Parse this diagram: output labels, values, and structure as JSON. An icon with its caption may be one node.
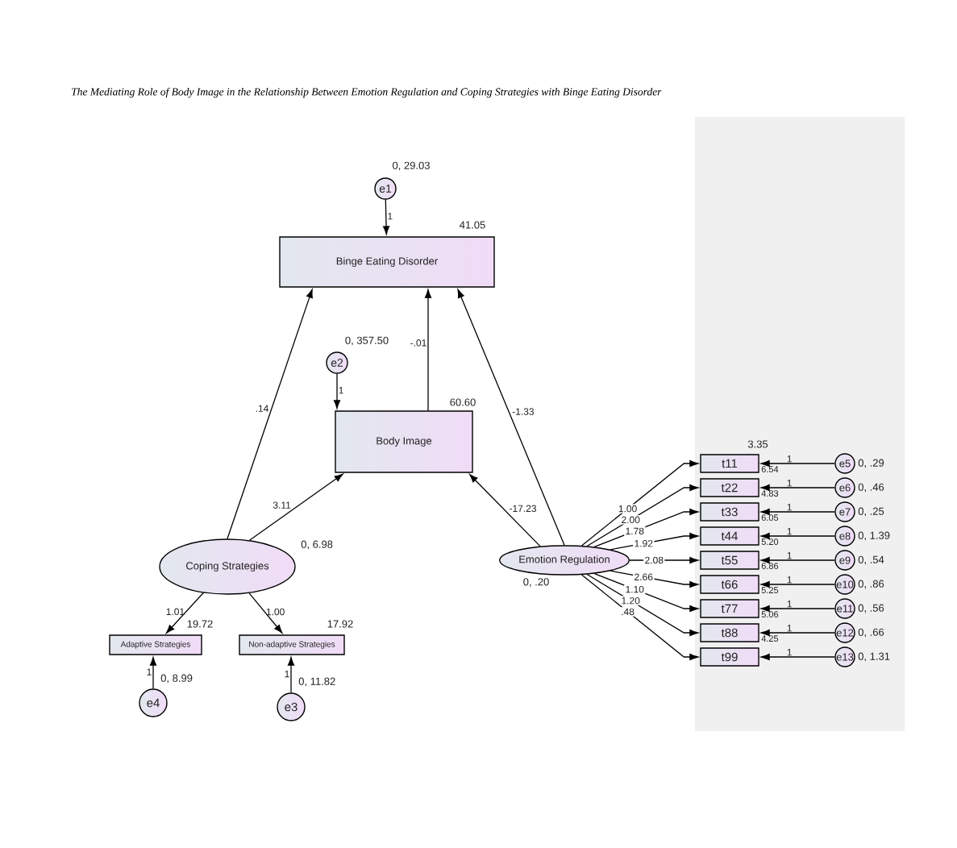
{
  "diagram": {
    "title": "*The Mediating Role of Body Image in the Relationship Between Emotion Regulation and Coping Strategies with Binge Eating Disorder*",
    "nodes": [
      {
        "text": [
          "e1"
        ],
        "beside": [
          "0, 29.03"
        ]
      },
      {
        "text": [
          "Binge Eating Disorder"
        ],
        "beside": [
          "41.05"
        ]
      },
      {
        "text": [
          "e2"
        ],
        "beside": [
          "0, 357.50"
        ]
      },
      {
        "text": [
          "Body Image"
        ],
        "beside": [
          "60.60"
        ]
      },
      {
        "text": [
          "Coping Strategies"
        ],
        "beside": [
          "0, 6.98"
        ]
      },
      {
        "text": [
          "Emotion Regulation"
        ],
        "beside": [
          "0, .20"
        ]
      },
      {
        "text": [
          "Adaptive Strategies"
        ],
        "beside": [
          "19.72"
        ]
      },
      {
        "text": [
          "Non-adaptive Strategies"
        ],
        "beside": [
          "17.92"
        ]
      },
      {
        "text": [
          "e4"
        ],
        "beside": [
          "0, 8.99"
        ]
      },
      {
        "text": [
          "e3"
        ],
        "beside": [
          "0, 11.82"
        ]
      },
      {
        "text": [
          "t11"
        ],
        "beside": [
          "6.54"
        ]
      },
      {
        "text": [
          "t22"
        ],
        "beside": [
          "4.83"
        ]
      },
      {
        "text": [
          "t33"
        ],
        "beside": [
          "6.05"
        ]
      },
      {
        "text": [
          "t44"
        ],
        "beside": [
          "5.20"
        ]
      },
      {
        "text": [
          "t55"
        ],
        "beside": [
          "6.86"
        ]
      },
      {
        "text": [
          "t66"
        ],
        "beside": [
          "5.25"
        ]
      },
      {
        "text": [
          "t77"
        ],
        "beside": [
          "5.06"
        ]
      },
      {
        "text": [
          "t88"
        ],
        "beside": [
          "4.25"
        ]
      },
      {
        "text": [
          "t99"
        ]
      },
      {
        "text": [
          "e5"
        ],
        "beside": [
          "0, .29"
        ]
      },
      {
        "text": [
          "e6"
        ],
        "beside": [
          "0, .46"
        ]
      },
      {
        "text": [
          "e7"
        ],
        "beside": [
          "0, .25"
        ]
      },
      {
        "text": [
          "e8"
        ],
        "beside": [
          "0, 1.39"
        ]
      },
      {
        "text": [
          "e9"
        ],
        "beside": [
          "0, .54"
        ]
      },
      {
        "text": [
          "e10"
        ],
        "beside": [
          "0, .86"
        ]
      },
      {
        "text": [
          "e11"
        ],
        "beside": [
          "0, .56"
        ]
      },
      {
        "text": [
          "e12"
        ],
        "beside": [
          "0, .66"
        ]
      },
      {
        "text": [
          "e13"
        ],
        "beside": [
          "0, 1.31"
        ]
      }
    ],
    "edges": [
      {
        "from": 0,
        "to": 1,
        "arrow": "to",
        "label": "1"
      },
      {
        "from": 2,
        "to": 3,
        "arrow": "to",
        "label": "1"
      },
      {
        "from": 4,
        "to": 1,
        "arrow": "to",
        "label": ".14"
      },
      {
        "from": 3,
        "to": 1,
        "arrow": "to",
        "label": "-.01"
      },
      {
        "from": 5,
        "to": 1,
        "arrow": "to",
        "label": "-1.33"
      },
      {
        "from": 4,
        "to": 3,
        "arrow": "to",
        "label": "3.11"
      },
      {
        "from": 5,
        "to": 3,
        "arrow": "to",
        "label": "-17.23"
      },
      {
        "from": 4,
        "to": 6,
        "arrow": "to",
        "label": "1.01"
      },
      {
        "from": 4,
        "to": 7,
        "arrow": "to",
        "label": "1.00"
      },
      {
        "from": 8,
        "to": 6,
        "arrow": "to",
        "label": "1"
      },
      {
        "from": 9,
        "to": 7,
        "arrow": "to",
        "label": "1"
      },
      {
        "from": 5,
        "to": 10,
        "arrow": "to",
        "label": "1.00"
      },
      {
        "from": 5,
        "to": 11,
        "arrow": "to",
        "label": "2.00"
      },
      {
        "from": 5,
        "to": 12,
        "arrow": "to",
        "label": "1.78"
      },
      {
        "from": 5,
        "to": 13,
        "arrow": "to",
        "label": "1.92"
      },
      {
        "from": 5,
        "to": 14,
        "arrow": "to",
        "label": "2.08"
      },
      {
        "from": 5,
        "to": 15,
        "arrow": "to",
        "label": "2.66"
      },
      {
        "from": 5,
        "to": 16,
        "arrow": "to",
        "label": "1.10"
      },
      {
        "from": 5,
        "to": 17,
        "arrow": "to",
        "label": "1.20"
      },
      {
        "from": 5,
        "to": 18,
        "arrow": "to",
        "label": ".48"
      },
      {
        "from": 19,
        "to": 10,
        "arrow": "to",
        "label": "1"
      },
      {
        "from": 20,
        "to": 11,
        "arrow": "to",
        "label": "1"
      },
      {
        "from": 21,
        "to": 12,
        "arrow": "to",
        "label": "1"
      },
      {
        "from": 22,
        "to": 13,
        "arrow": "to",
        "label": "1"
      },
      {
        "from": 23,
        "to": 14,
        "arrow": "to",
        "label": "1"
      },
      {
        "from": 24,
        "to": 15,
        "arrow": "to",
        "label": "1"
      },
      {
        "from": 25,
        "to": 16,
        "arrow": "to",
        "label": "1"
      },
      {
        "from": 26,
        "to": 17,
        "arrow": "to",
        "label": "1"
      },
      {
        "from": 27,
        "to": 18,
        "arrow": "to",
        "label": "1"
      }
    ],
    "labels": [
      "3.35"
    ]
  }
}
